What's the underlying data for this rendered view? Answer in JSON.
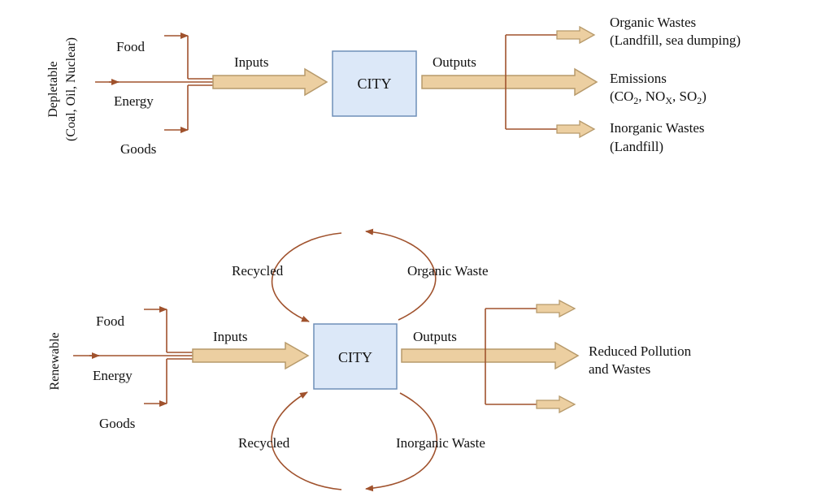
{
  "colors": {
    "line": "#a0522d",
    "big_arrow_fill": "#eccfa1",
    "big_arrow_stroke": "#b79a6b",
    "city_fill": "#dce8f8",
    "city_stroke": "#6f8fb8"
  },
  "top": {
    "side_label_line1": "Depletable",
    "side_label_line2": "(Coal, Oil, Nuclear)",
    "inputs": [
      "Food",
      "Energy",
      "Goods"
    ],
    "inputs_label": "Inputs",
    "city": "CITY",
    "outputs_label": "Outputs",
    "out1_line1": "Organic Wastes",
    "out1_line2": "(Landfill, sea dumping)",
    "out2_line1": "Emissions",
    "out3_line1": "Inorganic Wastes",
    "out3_line2": "(Landfill)"
  },
  "bottom": {
    "side_label": "Renewable",
    "inputs": [
      "Food",
      "Energy",
      "Goods"
    ],
    "inputs_label": "Inputs",
    "city": "CITY",
    "outputs_label": "Outputs",
    "result_line1": "Reduced Pollution",
    "result_line2": "and Wastes",
    "recycled_top": "Recycled",
    "organic_waste": "Organic Waste",
    "recycled_bottom": "Recycled",
    "inorganic_waste": "Inorganic Waste"
  }
}
